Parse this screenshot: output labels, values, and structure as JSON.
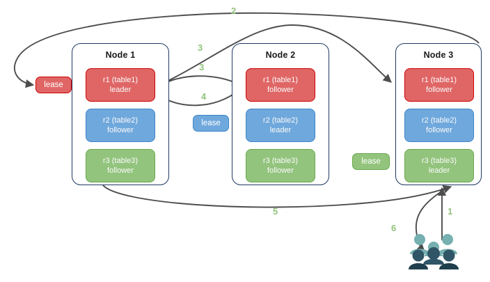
{
  "diagram": {
    "title_visible": false,
    "colors": {
      "replica_red_fill": "#e06666",
      "replica_red_border": "#cc0000",
      "replica_blue_fill": "#6fa8dc",
      "replica_blue_border": "#3d85c6",
      "replica_green_fill": "#93c47d",
      "replica_green_border": "#6aa84f",
      "node_border": "#1f3864",
      "edge_stroke": "#4d4d4d",
      "edge_label": "#93c47d",
      "people_light": "#76b0b0",
      "people_dark": "#2f5566"
    }
  },
  "nodes": [
    {
      "title": "Node 1",
      "replicas": [
        {
          "name": "r1 (table1)",
          "role": "leader",
          "color": "red"
        },
        {
          "name": "r2 (table2)",
          "role": "follower",
          "color": "blue"
        },
        {
          "name": "r3 (table3)",
          "role": "follower",
          "color": "green"
        }
      ]
    },
    {
      "title": "Node 2",
      "replicas": [
        {
          "name": "r1 (table1)",
          "role": "follower",
          "color": "red"
        },
        {
          "name": "r2 (table2)",
          "role": "leader",
          "color": "blue"
        },
        {
          "name": "r3 (table3)",
          "role": "follower",
          "color": "green"
        }
      ]
    },
    {
      "title": "Node 3",
      "replicas": [
        {
          "name": "r1 (table1)",
          "role": "follower",
          "color": "red"
        },
        {
          "name": "r2 (table2)",
          "role": "follower",
          "color": "blue"
        },
        {
          "name": "r3 (table3)",
          "role": "leader",
          "color": "green"
        }
      ]
    }
  ],
  "leases": [
    {
      "label": "lease",
      "color": "red"
    },
    {
      "label": "lease",
      "color": "blue"
    },
    {
      "label": "lease",
      "color": "green"
    }
  ],
  "edge_labels": [
    {
      "id": "step-1",
      "text": "1"
    },
    {
      "id": "step-2",
      "text": "2"
    },
    {
      "id": "step-3-upper",
      "text": "3"
    },
    {
      "id": "step-3-lower",
      "text": "3"
    },
    {
      "id": "step-4",
      "text": "4"
    },
    {
      "id": "step-5",
      "text": "5"
    },
    {
      "id": "step-6",
      "text": "6"
    }
  ],
  "actors": {
    "label": "clients"
  }
}
